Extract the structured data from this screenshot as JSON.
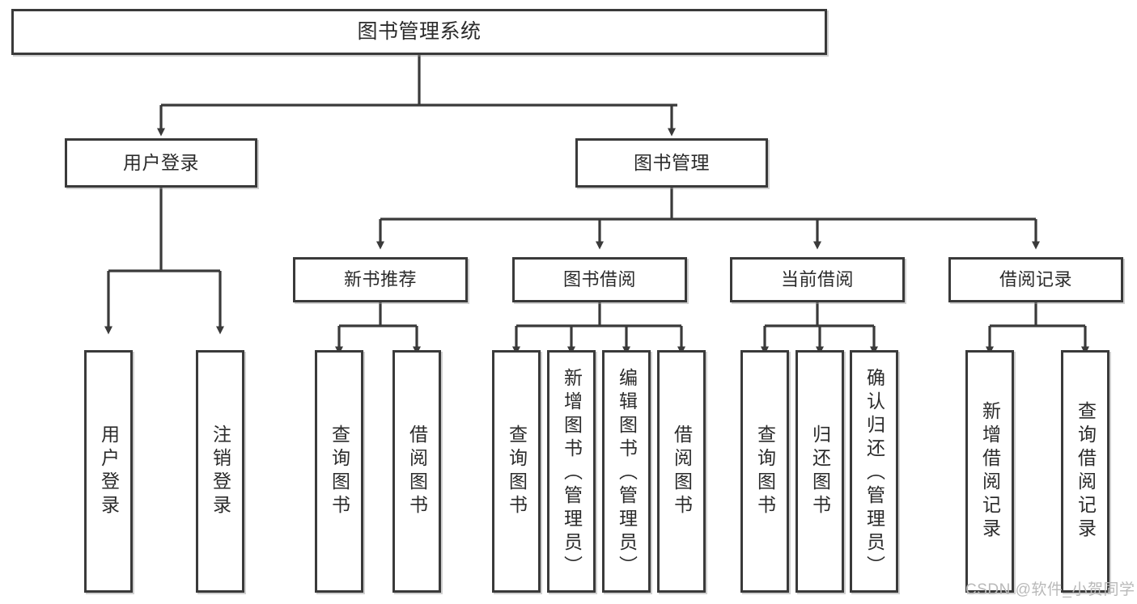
{
  "diagram": {
    "title": "图书管理系统",
    "type": "tree-hierarchy-chart",
    "root": {
      "label": "图书管理系统"
    },
    "level1": [
      {
        "label": "用户登录"
      },
      {
        "label": "图书管理"
      }
    ],
    "level2": [
      {
        "label": "新书推荐"
      },
      {
        "label": "图书借阅"
      },
      {
        "label": "当前借阅"
      },
      {
        "label": "借阅记录"
      }
    ],
    "leaves": {
      "user_login": [
        {
          "label": "用户登录"
        },
        {
          "label": "注销登录"
        }
      ],
      "new_book_recommend": [
        {
          "label": "查询图书"
        },
        {
          "label": "借阅图书"
        }
      ],
      "book_borrow": [
        {
          "label": "查询图书"
        },
        {
          "label": "新增图书（管理员）"
        },
        {
          "label": "编辑图书（管理员）"
        },
        {
          "label": "借阅图书"
        }
      ],
      "current_borrow": [
        {
          "label": "查询图书"
        },
        {
          "label": "归还图书"
        },
        {
          "label": "确认归还（管理员）"
        }
      ],
      "borrow_records": [
        {
          "label": "新增借阅记录"
        },
        {
          "label": "查询借阅记录"
        }
      ]
    }
  },
  "watermark": {
    "text": "CSDN @软件_小贺同学"
  },
  "colors": {
    "box_border": "#3a3a3a",
    "box_fill": "#ffffff",
    "text": "#2b2b2b",
    "wire": "#3a3a3a",
    "watermark": "#b9b9b9"
  }
}
